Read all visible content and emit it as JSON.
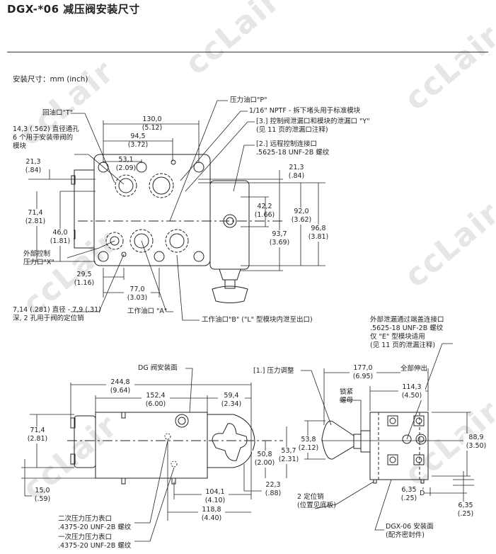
{
  "header": {
    "title": "DGX-*06  减压阀安装尺寸",
    "units": "安装尺寸：mm (inch)"
  },
  "watermark": "ccLair",
  "top_view": {
    "return_port": "回油口\"T\"",
    "through_holes": [
      "14,3 (.562) 直径通孔",
      "6 个用于安装带阀的",
      "模块"
    ],
    "pressure_port": "压力油口\"P\"",
    "nptf": "1/16\" NPTF - 拆下堵头用于标准模块",
    "drain_y": [
      "[3.] 控制阀泄漏口和模块的泄漏口 \"Y\"",
      "(见 11 页的泄漏口注释)"
    ],
    "remote_control": [
      "[2.] 远程控制连接口",
      ".5625-18 UNF-2B 螺纹"
    ],
    "ext_pilot": [
      "外部控制",
      "压力口\"X\""
    ],
    "locating_pin": [
      "7,14 (.281) 直径 - 7,9 (.31)",
      "深, 2 孔用于阀的定位销"
    ],
    "port_a": "工作油口 \"A\"",
    "port_b": "工作油口\"B\" (\"L\" 型模块内泄至出口)",
    "dims": {
      "d130": [
        "130,0",
        "(5.12)"
      ],
      "d94": [
        "94,5",
        "(3.72)"
      ],
      "d53": [
        "53,1",
        "(2.09)"
      ],
      "d21l": [
        "21,3",
        "(.84)"
      ],
      "d71": [
        "71,4",
        "(2.81)"
      ],
      "d46": [
        "46,0",
        "(1.81)"
      ],
      "d29": [
        "29,5",
        "(1.16)"
      ],
      "d77": [
        "77,0",
        "(3.03)"
      ],
      "d21r": [
        "21,3",
        "(.84)"
      ],
      "d42": [
        "42,2",
        "(1.66)"
      ],
      "d92": [
        "92,0",
        "(3.62)"
      ],
      "d96": [
        "96,8",
        "(3.81)"
      ],
      "d93": [
        "93,7",
        "(3.69)"
      ]
    }
  },
  "side_view": {
    "dg_face": "DG 阀安装面",
    "secondary_gauge": [
      "二次压力压力表口",
      ".4375-20 UNF-2B 螺纹"
    ],
    "primary_gauge": [
      "一次压力压力表口",
      ".4375-20 UNF-2B 螺纹"
    ],
    "dims": {
      "d244": [
        "244,8",
        "(9.64)"
      ],
      "d152": [
        "152,4",
        "(6.00)"
      ],
      "d59": [
        "59,4",
        "(2.34)"
      ],
      "d71": [
        "71,4",
        "(2.81)"
      ],
      "d15": [
        "15,0",
        "(.59)"
      ],
      "d50": [
        "50,8",
        "(2.00)"
      ],
      "d53": [
        "53,7",
        "(2.31)"
      ],
      "d22": [
        "22,3",
        "(.88)"
      ],
      "d104": [
        "104,1",
        "(4.10)"
      ],
      "d118": [
        "118,8",
        "(4.40)"
      ]
    }
  },
  "end_view": {
    "ext_drain": [
      "外部泄漏通过端盖连接口",
      ".5625-18 UNF-2B 螺纹",
      "仅 \"E\" 型模块适用",
      "(见 11 页的泄漏注释)"
    ],
    "pressure_adjust": "[1.] 压力调整",
    "full_extended": "全部伸出",
    "lock_nut": [
      "锁紧",
      "螺母"
    ],
    "pins": [
      "2 定位销",
      "(位置见底板)"
    ],
    "mount_face": [
      "DGX-06 安装面",
      "(配齐密封件)"
    ],
    "dims": {
      "d177": [
        "177,0",
        "(6.95)"
      ],
      "d114": [
        "114,3",
        "(4.50)"
      ],
      "d53": [
        "53,8",
        "(2.12)"
      ],
      "d88": [
        "88,9",
        "(3.50)"
      ],
      "d6a": [
        "6,35",
        "(.25)"
      ],
      "d6a_suffix": "D",
      "d6b": [
        "6,35",
        "(.25)"
      ]
    }
  }
}
